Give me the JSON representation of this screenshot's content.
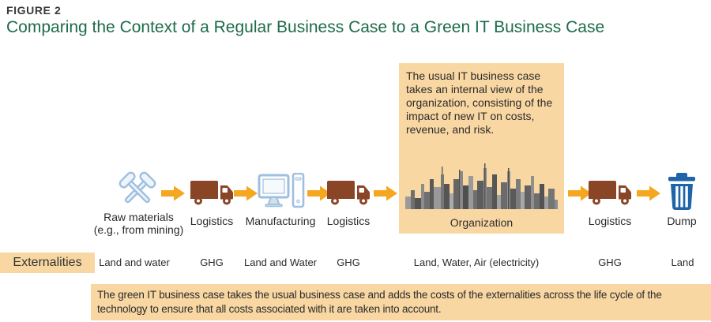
{
  "figure": {
    "label": "FIGURE 2",
    "title": "Comparing the Context of a Regular Business Case to a Green IT Business Case"
  },
  "usual_case_note": "The usual IT business case takes an internal view of the organization, consisting of the impact of new IT on costs, revenue, and risk.",
  "green_case_note": "The green IT business case takes the usual business case and adds the costs of the externalities across the life cycle of the technology to ensure that all costs associated with it are taken into account.",
  "externalities_heading": "Externalities",
  "flow": {
    "stages": [
      {
        "label": "Raw materials (e.g., from mining)",
        "icon": "hammers-icon",
        "externality": "Land and water"
      },
      {
        "label": "Logistics",
        "icon": "truck-icon",
        "externality": "GHG"
      },
      {
        "label": "Manufacturing",
        "icon": "computer-icon",
        "externality": "Land and Water"
      },
      {
        "label": "Logistics",
        "icon": "truck-icon",
        "externality": "GHG"
      },
      {
        "label": "Organization",
        "icon": "city-icon",
        "externality": "Land, Water, Air (electricity)"
      },
      {
        "label": "Logistics",
        "icon": "truck-icon",
        "externality": "GHG"
      },
      {
        "label": "Dump",
        "icon": "trash-icon",
        "externality": "Land"
      }
    ]
  },
  "colors": {
    "highlight": "#f9d7a2",
    "arrow_orange": "#f6a722",
    "truck_brown": "#8a4527",
    "icon_blue": "#9fbfdf",
    "trash_blue": "#1f64a8",
    "title_green": "#1d6b4a"
  }
}
